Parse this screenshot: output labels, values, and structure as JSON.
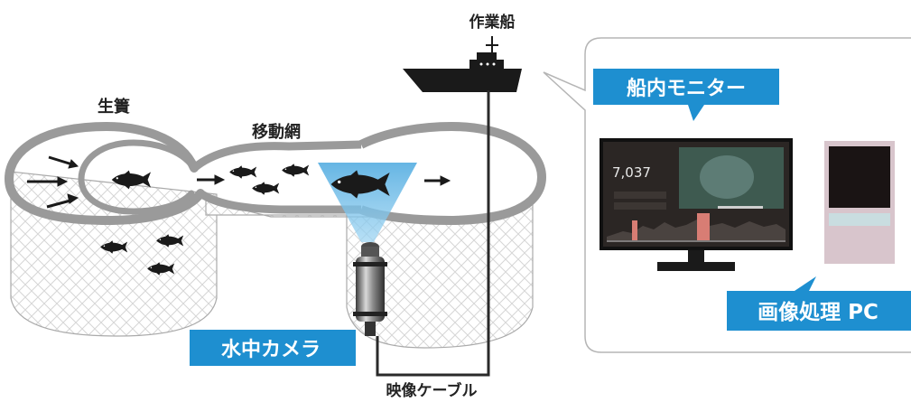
{
  "labels": {
    "work_boat": "作業船",
    "fish_pen": "生簀",
    "transfer_net": "移動網",
    "onboard_monitor": "船内モニター",
    "underwater_camera": "水中カメラ",
    "video_cable": "映像ケーブル",
    "image_processing_pc": "画像処理 PC"
  },
  "monitor": {
    "count_value": "7,037"
  },
  "colors": {
    "tag_blue": "#1e8fd0",
    "camera_cone": "#63b9e6",
    "net_ring": "#9a9a9a",
    "fish": "#1a1a1a",
    "pc_body": "#d8c5cc",
    "pc_screen": "#1a1414",
    "pc_panel": "#c9dde0"
  },
  "icons": [
    "ship-icon",
    "fish-icon",
    "camera-icon",
    "monitor-icon",
    "pc-icon",
    "arrow-icon"
  ]
}
